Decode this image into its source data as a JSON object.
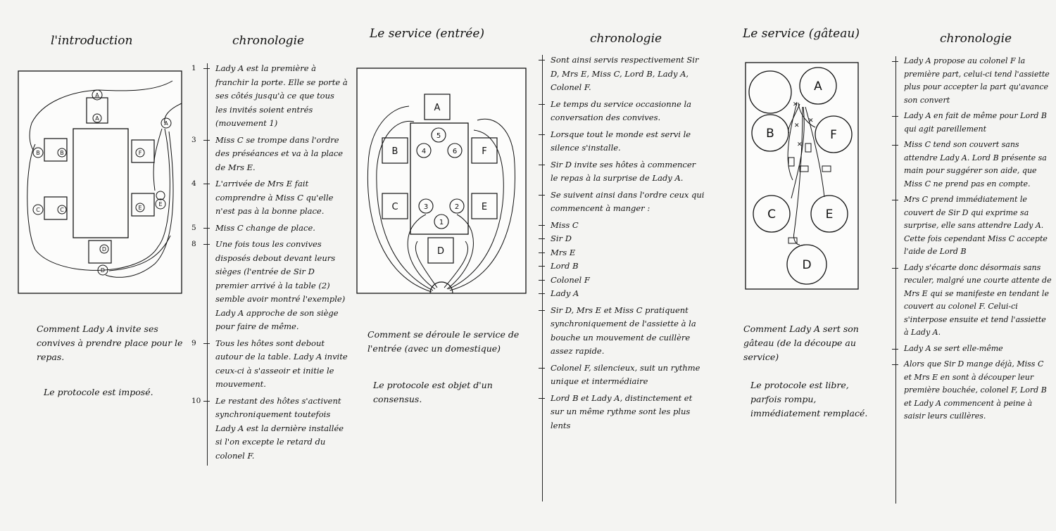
{
  "colors": {
    "paper": "#f4f4f2",
    "ink": "#111111"
  },
  "intro": {
    "title": "l'introduction",
    "caption_1": "Comment Lady A invite ses convives à prendre place pour le repas.",
    "caption_2": "Le protocole est imposé.",
    "labels": {
      "A": "A",
      "B": "B",
      "C": "C",
      "D": "D",
      "E": "E",
      "F": "F"
    }
  },
  "chrono1": {
    "title": "chronologie",
    "entries": [
      {
        "num": "1",
        "text": "Lady A est la première à franchir la porte. Elle se porte à ses côtés jusqu'à ce que tous les invités soient entrés (mouvement 1)"
      },
      {
        "num": "3",
        "text": "Miss C se trompe dans l'ordre des préséances et va à la place de Mrs E."
      },
      {
        "num": "4",
        "text": "L'arrivée de Mrs E fait comprendre à Miss C qu'elle n'est pas à la bonne place."
      },
      {
        "num": "5",
        "text": "Miss C change de place."
      },
      {
        "num": "8",
        "text": "Une fois tous les convives disposés debout devant leurs sièges (l'entrée de Sir D premier arrivé à la table (2) semble avoir montré l'exemple) Lady A approche de son siège pour faire de même."
      },
      {
        "num": "9",
        "text": "Tous les hôtes sont debout autour de la table. Lady A invite ceux-ci à s'asseoir et initie le mouvement."
      },
      {
        "num": "10",
        "text": "Le restant des hôtes s'activent synchroniquement toutefois Lady A est la dernière installée si l'on excepte le retard du colonel F."
      }
    ]
  },
  "service1": {
    "title": "Le service (entrée)",
    "caption_1": "Comment se déroule le service de l'entrée (avec un domestique)",
    "caption_2": "Le protocole est objet d'un consensus.",
    "seats": {
      "A": "A",
      "B": "B",
      "C": "C",
      "D": "D",
      "E": "E",
      "F": "F"
    },
    "plates": {
      "p1": "1",
      "p2": "2",
      "p3": "3",
      "p4": "4",
      "p5": "5",
      "p6": "6"
    }
  },
  "chrono2": {
    "title": "chronologie",
    "entries": [
      {
        "text": "Sont ainsi servis respectivement Sir D, Mrs E, Miss C, Lord B, Lady A, Colonel F."
      },
      {
        "text": "Le temps du service occasionne la conversation des convives."
      },
      {
        "text": "Lorsque tout le monde est servi le silence s'installe."
      },
      {
        "text": "Sir D invite ses hôtes à commencer le repas à la surprise de Lady A."
      },
      {
        "text": "Se suivent ainsi dans l'ordre ceux qui commencent à manger :"
      },
      {
        "text": "Miss C"
      },
      {
        "text": "Sir D"
      },
      {
        "text": "Mrs E"
      },
      {
        "text": "Lord B"
      },
      {
        "text": "Colonel F"
      },
      {
        "text": "Lady A"
      },
      {
        "text": "Sir D, Mrs E et Miss C pratiquent synchroniquement de l'assiette à la bouche un mouvement de cuillère assez rapide."
      },
      {
        "text": "Colonel F, silencieux, suit un rythme unique et intermédiaire"
      },
      {
        "text": "Lord B et Lady A, distinctement et sur un même rythme sont les plus lents"
      }
    ]
  },
  "service2": {
    "title": "Le service (gâteau)",
    "caption_1": "Comment Lady A sert son gâteau (de la découpe au service)",
    "caption_2": "Le protocole est libre, parfois rompu, immédiatement remplacé.",
    "seats": {
      "A": "A",
      "B": "B",
      "C": "C",
      "D": "D",
      "E": "E",
      "F": "F"
    }
  },
  "chrono3": {
    "title": "chronologie",
    "entries": [
      {
        "text": "Lady A propose au colonel F la première part, celui-ci tend l'assiette plus pour accepter la part qu'avance son convert"
      },
      {
        "text": "Lady A en fait de même pour Lord B qui agit pareillement"
      },
      {
        "text": "Miss C tend son couvert sans attendre Lady A. Lord B présente sa main pour suggérer son aide, que Miss C ne prend pas en compte."
      },
      {
        "text": "Mrs C prend immédiatement le couvert de Sir D qui exprime sa surprise, elle sans attendre Lady A. Cette fois cependant Miss C accepte l'aide de Lord B"
      },
      {
        "text": "Lady s'écarte donc désormais sans reculer, malgré une courte attente de Mrs E qui se manifeste en tendant le couvert au colonel F. Celui-ci s'interpose ensuite et tend l'assiette à Lady A."
      },
      {
        "text": "Lady A se sert elle-même"
      },
      {
        "text": "Alors que Sir D mange déjà, Miss C et Mrs E en sont à découper leur première bouchée, colonel F, Lord B et Lady A commencent à peine à saisir leurs cuillères."
      }
    ]
  }
}
